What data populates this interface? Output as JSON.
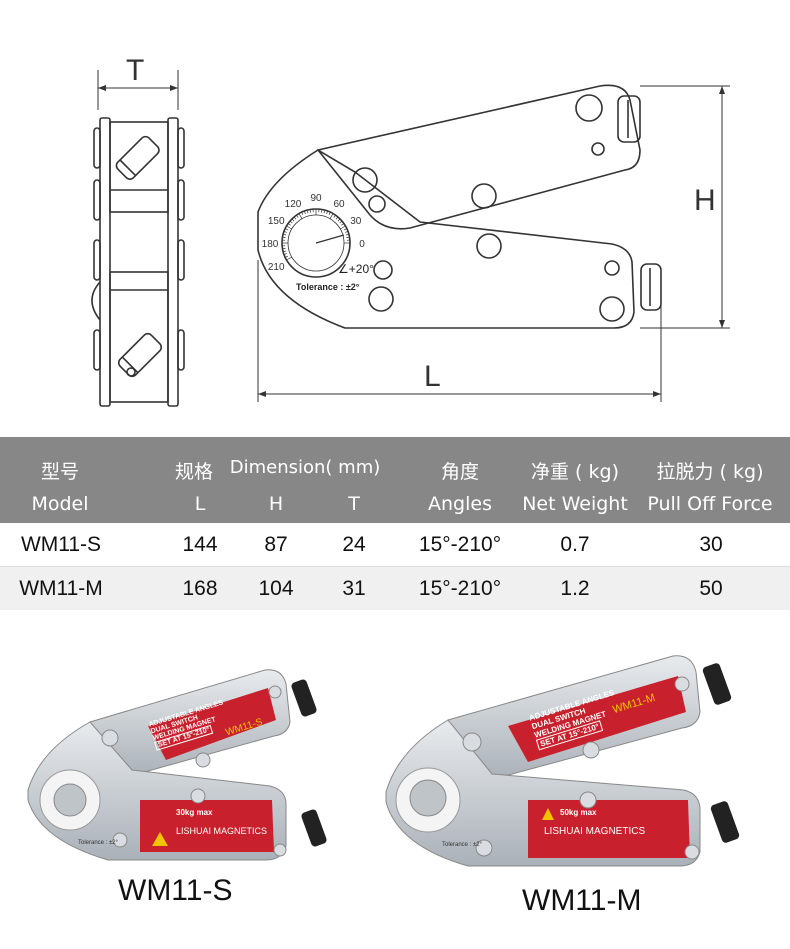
{
  "drawing": {
    "dim_T": "T",
    "dim_H": "H",
    "dim_L": "L",
    "angle_ticks": [
      "210",
      "180",
      "150",
      "120",
      "90",
      "60",
      "30",
      "0"
    ],
    "angle_note": "∠+20°",
    "tolerance": "Tolerance : ±2°"
  },
  "table": {
    "headers": {
      "model_cn": "型号",
      "model_en": "Model",
      "dimension_cn": "规格",
      "dimension_en": "Dimension( mm)",
      "col_L": "L",
      "col_H": "H",
      "col_T": "T",
      "angles_cn": "角度",
      "angles_en": "Angles",
      "weight_cn": "净重 ( kg)",
      "weight_en": "Net Weight",
      "force_cn": "拉脱力 ( kg)",
      "force_en": "Pull Off Force"
    },
    "rows": [
      {
        "model": "WM11-S",
        "L": "144",
        "H": "87",
        "T": "24",
        "angles": "15°-210°",
        "weight": "0.7",
        "force": "30"
      },
      {
        "model": "WM11-M",
        "L": "168",
        "H": "104",
        "T": "31",
        "angles": "15°-210°",
        "weight": "1.2",
        "force": "50"
      }
    ]
  },
  "products": [
    {
      "label": "WM11-S",
      "top_text": "ADJUSTABLE ANGLES",
      "top_text2": "DUAL SWITCH",
      "top_text3": "WELDING MAGNET",
      "set_at": "SET AT 15°-210°",
      "model_tag": "WM11-S",
      "max": "30kg max",
      "brand": "LISHUAI MAGNETICS",
      "tolerance": "Tolerance : ±2°"
    },
    {
      "label": "WM11-M",
      "top_text": "ADJUSTABLE ANGLES",
      "top_text2": "DUAL SWITCH",
      "top_text3": "WELDING MAGNET",
      "set_at": "SET AT 15°-210°",
      "model_tag": "WM11-M",
      "max": "50kg max",
      "brand": "LISHUAI MAGNETICS",
      "tolerance": "Tolerance : ±2°"
    }
  ],
  "colors": {
    "header_bg": "#878787",
    "line": "#333333",
    "magnet_red": "#c8202c",
    "metal": "#c9ced3"
  }
}
